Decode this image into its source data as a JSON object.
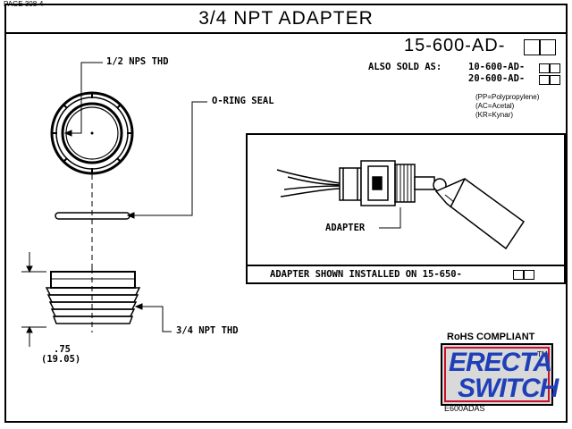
{
  "page_label": "PAGE 308-4",
  "title": "3/4 NPT ADAPTER",
  "part_number": "15-600-AD-",
  "also_sold": {
    "label": "ALSO SOLD AS:",
    "items": [
      "10-600-AD-",
      "20-600-AD-"
    ]
  },
  "material_legend": [
    "(PP=Polypropylene)",
    "(AC=Acetal)",
    "(KR=Kynar)"
  ],
  "callouts": {
    "nps_thread": "1/2 NPS THD",
    "oring": "O-RING SEAL",
    "npt_thread": "3/4 NPT THD",
    "adapter": "ADAPTER"
  },
  "dimension": {
    "inches": ".75",
    "mm": "(19.05)"
  },
  "installed_caption": "ADAPTER SHOWN INSTALLED ON 15-650-",
  "rohs": "RoHS COMPLIANT",
  "logo": {
    "line1": "ERECTA",
    "line2": "SWITCH",
    "trademark": "TM",
    "code": "E600ADAS"
  },
  "colors": {
    "logo_blue": "#1f3fb8",
    "logo_red": "#c8102e",
    "logo_bg": "#d9d9d9"
  }
}
